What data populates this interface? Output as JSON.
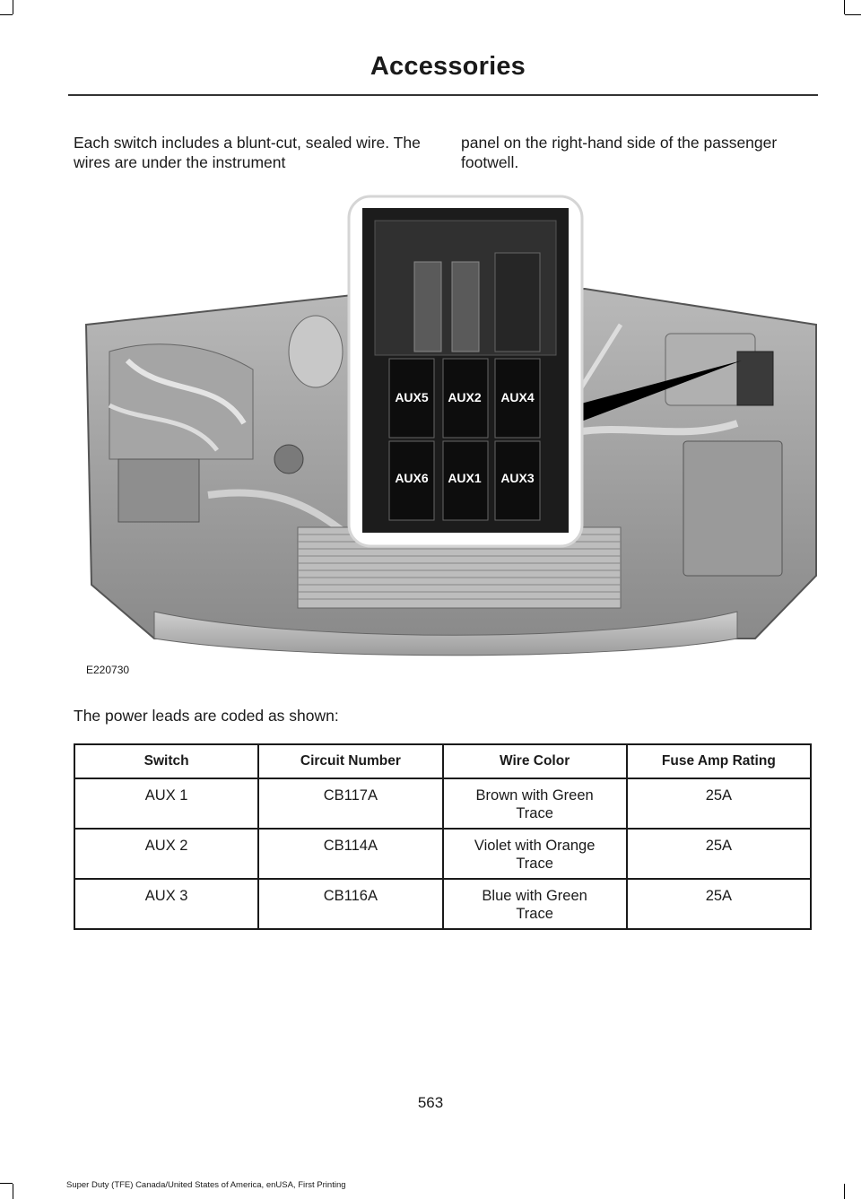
{
  "header": {
    "title": "Accessories"
  },
  "intro": {
    "left": "Each switch includes a blunt-cut, sealed wire. The wires are under the instrument",
    "right": "panel on the right-hand side of the passenger footwell."
  },
  "figure": {
    "image_code": "E220730",
    "switch_labels": {
      "aux5": "AUX5",
      "aux2": "AUX2",
      "aux4": "AUX4",
      "aux6": "AUX6",
      "aux1": "AUX1",
      "aux3": "AUX3"
    }
  },
  "lead_text": "The power leads are coded as shown:",
  "table": {
    "headers": [
      "Switch",
      "Circuit Number",
      "Wire Color",
      "Fuse Amp Rating"
    ],
    "rows": [
      [
        "AUX 1",
        "CB117A",
        "Brown with Green Trace",
        "25A"
      ],
      [
        "AUX 2",
        "CB114A",
        "Violet with Orange Trace",
        "25A"
      ],
      [
        "AUX 3",
        "CB116A",
        "Blue with Green Trace",
        "25A"
      ]
    ]
  },
  "page_number": "563",
  "footer": "Super Duty (TFE) Canada/United States of America, enUSA, First Printing"
}
